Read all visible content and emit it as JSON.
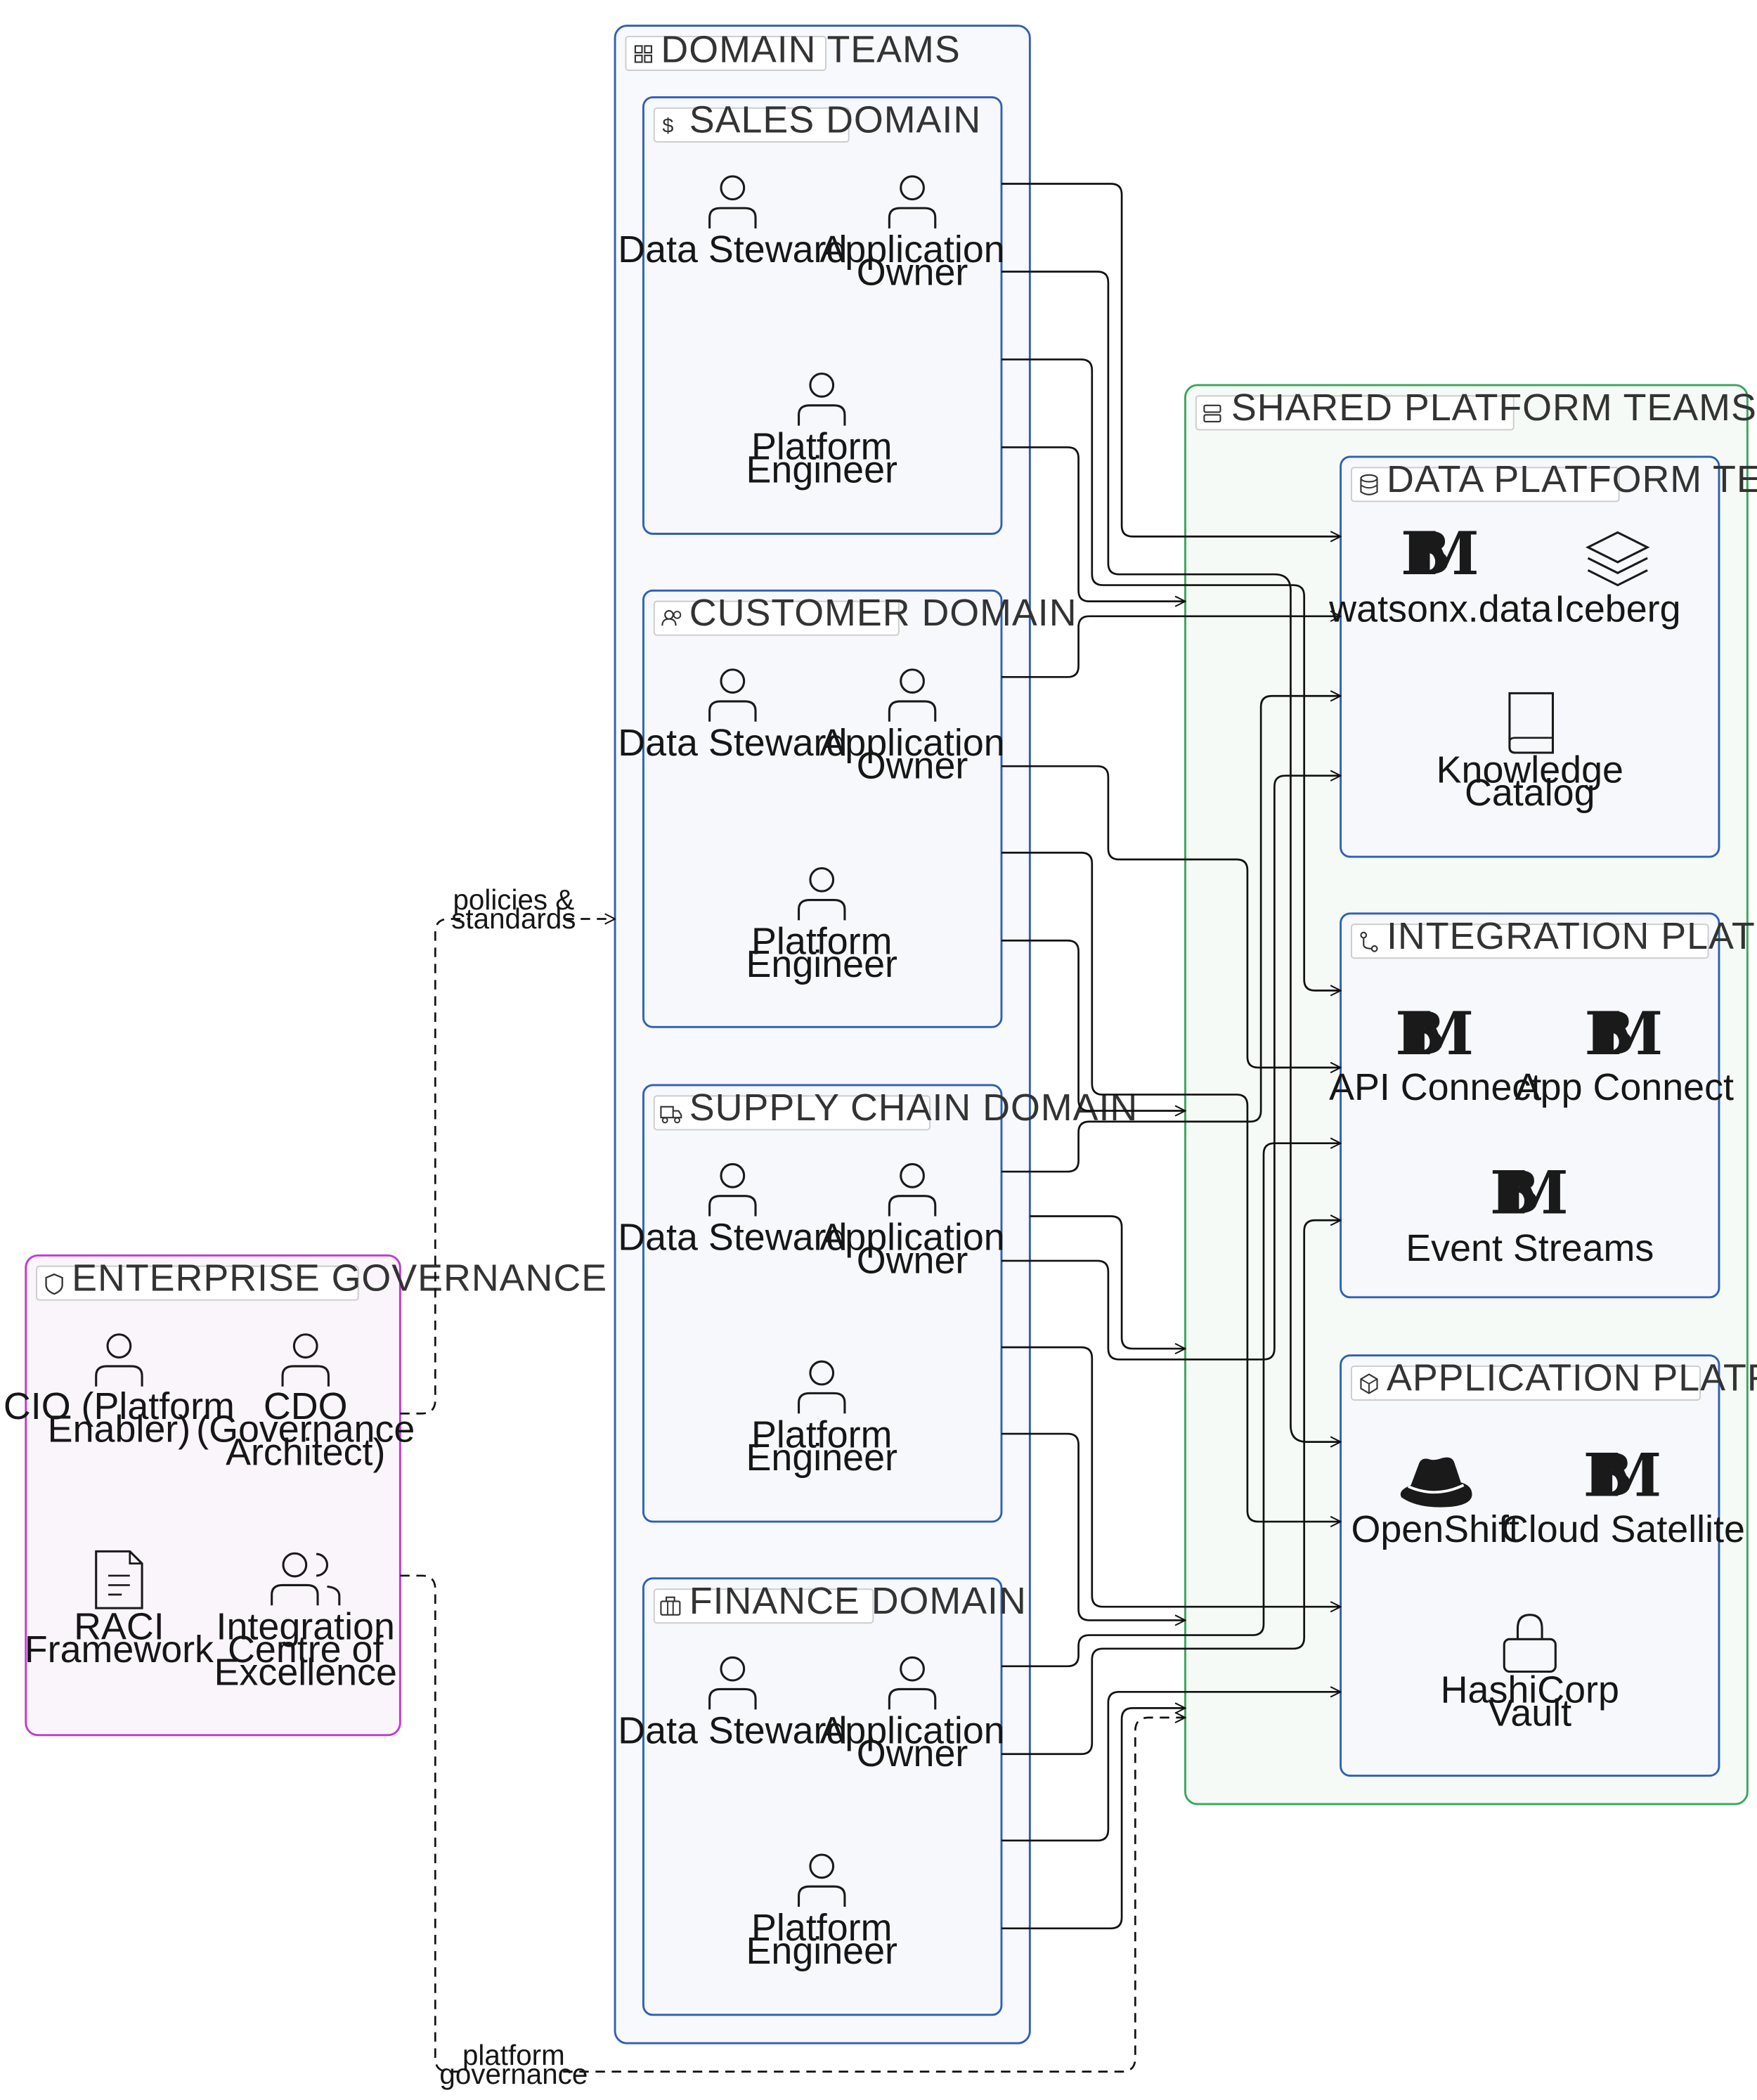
{
  "enterprise_governance": {
    "title": "ENTERPRISE GOVERNANCE",
    "cio": [
      "CIO (Platform",
      "Enabler)"
    ],
    "cdo": [
      "CDO",
      "(Governance",
      "Architect)"
    ],
    "raci": [
      "RACI",
      "Framework"
    ],
    "icoe": [
      "Integration",
      "Centre of",
      "Excellence"
    ]
  },
  "domain_teams": {
    "title": "DOMAIN TEAMS",
    "sales": {
      "title": "SALES DOMAIN",
      "data_steward": "Data Steward",
      "app_owner": [
        "Application",
        "Owner"
      ],
      "platform_engineer": [
        "Platform",
        "Engineer"
      ]
    },
    "customer": {
      "title": "CUSTOMER DOMAIN",
      "data_steward": "Data Steward",
      "app_owner": [
        "Application",
        "Owner"
      ],
      "platform_engineer": [
        "Platform",
        "Engineer"
      ]
    },
    "supply_chain": {
      "title": "SUPPLY CHAIN DOMAIN",
      "data_steward": "Data Steward",
      "app_owner": [
        "Application",
        "Owner"
      ],
      "platform_engineer": [
        "Platform",
        "Engineer"
      ]
    },
    "finance": {
      "title": "FINANCE DOMAIN",
      "data_steward": "Data Steward",
      "app_owner": [
        "Application",
        "Owner"
      ],
      "platform_engineer": [
        "Platform",
        "Engineer"
      ]
    }
  },
  "shared_platform_teams": {
    "title": "SHARED PLATFORM TEAMS",
    "data_platform": {
      "title": "DATA PLATFORM TEAM",
      "watsonx": "watsonx.data",
      "iceberg": "Iceberg",
      "catalog": [
        "Knowledge",
        "Catalog"
      ]
    },
    "integration_platform": {
      "title": "INTEGRATION PLATFORM TEAM",
      "api_connect": "API Connect",
      "app_connect": "App Connect",
      "event_streams": "Event Streams"
    },
    "application_platform": {
      "title": "APPLICATION PLATFORM TEAM",
      "openshift": "OpenShift",
      "satellite": "Cloud Satellite",
      "vault": [
        "HashiCorp",
        "Vault"
      ]
    }
  },
  "logo_text": "IBM",
  "edges": {
    "policies": [
      "policies &",
      "standards"
    ],
    "platform_gov": [
      "platform",
      "governance"
    ]
  },
  "colors": {
    "enterprise_border": "#c03ad0",
    "domain_border": "#2f5fb8",
    "shared_border": "#3aa65a",
    "node_bg": "#f6f8fc"
  }
}
